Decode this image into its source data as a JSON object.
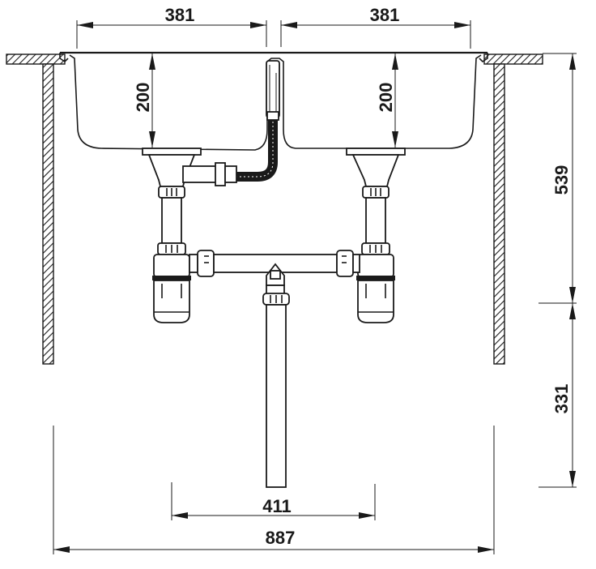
{
  "diagram": {
    "subject": "Double bowl undermount sink with drain/siphon installation",
    "dimensions": {
      "bowl_left_width": "381",
      "bowl_right_width": "381",
      "bowl_left_depth": "200",
      "bowl_right_depth": "200",
      "cabinet_height_upper": "539",
      "cabinet_height_lower": "331",
      "drain_spacing": "411",
      "total_width": "887"
    },
    "colors": {
      "ink": "#1a1a1a",
      "background": "#ffffff"
    }
  }
}
